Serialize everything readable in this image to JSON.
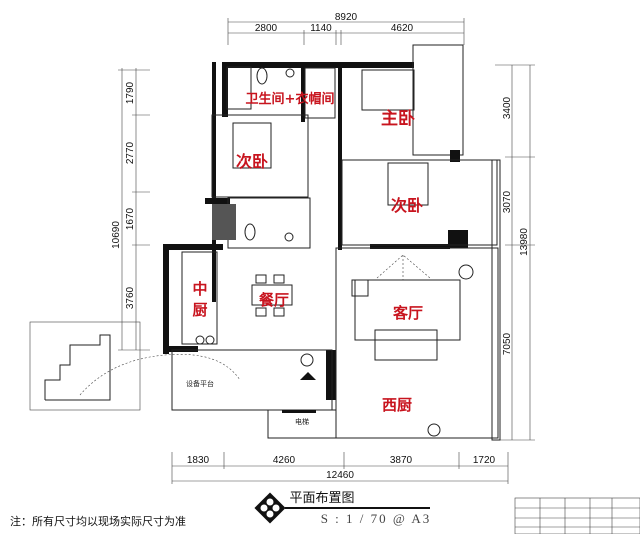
{
  "dimensions": {
    "top_total": "8920",
    "top": [
      "2800",
      "1140",
      "4620"
    ],
    "left_total": "10690",
    "left": [
      "1790",
      "2770",
      "1670",
      "3760"
    ],
    "right_total": "13980",
    "right": [
      "3400",
      "3070",
      "7050"
    ],
    "bottom_total": "12460",
    "bottom": [
      "1830",
      "4260",
      "3870",
      "1720"
    ]
  },
  "rooms": {
    "bath_closet": "卫生间+衣帽间",
    "master_bedroom": "主卧",
    "bedroom_upper": "次卧",
    "bedroom_lower": "次卧",
    "kitchen_cn_1": "中",
    "kitchen_cn_2": "厨",
    "dining": "餐厅",
    "living": "客厅",
    "kitchen_west": "西厨",
    "equipment_platform": "设备平台",
    "elevator": "电梯"
  },
  "title_block": {
    "title": "平面布置图",
    "scale": "S : 1 / 70 @ A3"
  },
  "note": "注：所有尺寸均以现场实际尺寸为准",
  "colors": {
    "room_label": "#c8141e",
    "wall": "#111111"
  },
  "icons": [
    "compass-icon",
    "bed-icon",
    "toilet-icon",
    "sink-icon",
    "stove-icon",
    "sofa-icon",
    "dining-table-icon",
    "north-arrow-icon"
  ]
}
